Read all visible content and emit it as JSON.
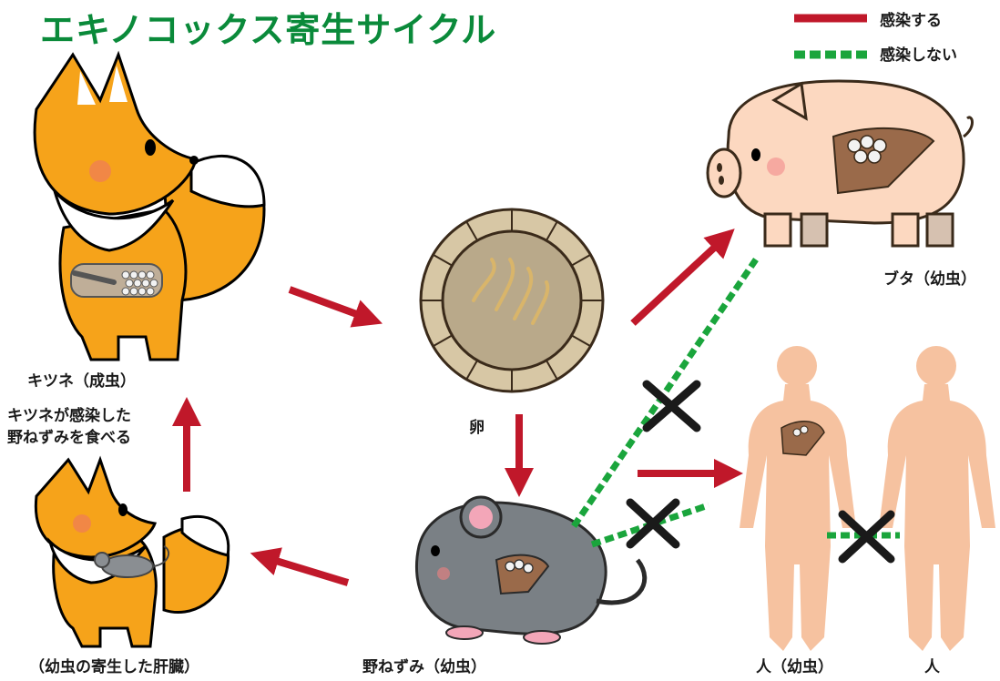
{
  "title": "エキノコックス寄生サイクル",
  "legend": {
    "infect": "感染する",
    "no_infect": "感染しない",
    "infect_color": "#c0182a",
    "no_infect_color": "#1aa53c"
  },
  "labels": {
    "fox_adult": "キツネ（成虫）",
    "fox_eats_line1": "キツネが感染した",
    "fox_eats_line2": "野ねずみを食べる",
    "fox_liver": "（幼虫の寄生した肝臓）",
    "egg": "卵",
    "mouse": "野ねずみ（幼虫）",
    "pig": "ブタ（幼虫）",
    "human_larva": "人（幼虫）",
    "human": "人"
  }
}
